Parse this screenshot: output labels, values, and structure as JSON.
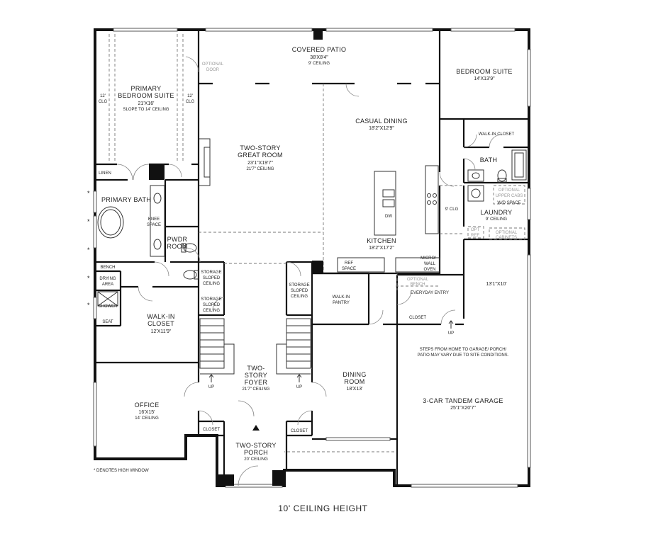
{
  "rooms": {
    "covered_patio": {
      "name": "COVERED PATIO",
      "dim": "38'X8'4\"",
      "note": "9' CEILING"
    },
    "optional_door": {
      "line1": "OPTIONAL",
      "line2": "DOOR"
    },
    "primary_bedroom": {
      "line1": "PRIMARY",
      "line2": "BEDROOM SUITE",
      "dim": "21'X16'",
      "note": "SLOPE TO 14' CEILING"
    },
    "clg_left": {
      "line1": "12'",
      "line2": "CLG"
    },
    "clg_right": {
      "line1": "12'",
      "line2": "CLG"
    },
    "bedroom_suite": {
      "name": "BEDROOM SUITE",
      "dim": "14'X13'9\""
    },
    "great_room": {
      "line1": "TWO-STORY",
      "line2": "GREAT ROOM",
      "dim": "23'1\"X19'7\"",
      "note": "21'7\" CEILING"
    },
    "casual_dining": {
      "name": "CASUAL DINING",
      "dim": "18'2\"X12'9\""
    },
    "walk_in_closet_right": {
      "name": "WALK-IN CLOSET"
    },
    "bath": {
      "name": "BATH"
    },
    "optional_upper_cabs": {
      "line1": "OPTIONAL",
      "line2": "UPPER CABS"
    },
    "wd_space": {
      "name": "W/D SPACE"
    },
    "laundry": {
      "name": "LAUNDRY",
      "note": "9' CEILING"
    },
    "nine_clg": {
      "name": "9' CLG"
    },
    "opt_ref": {
      "line1": "OPT",
      "line2": "REF"
    },
    "optional_cabinets": {
      "line1": "OPTIONAL",
      "line2": "CABINETS"
    },
    "linen": {
      "name": "LINEN"
    },
    "primary_bath": {
      "name": "PRIMARY BATH"
    },
    "knee_space": {
      "line1": "KNEE",
      "line2": "SPACE"
    },
    "pwdr": {
      "line1": "PWDR",
      "line2": "ROOM"
    },
    "dw": {
      "name": "DW"
    },
    "kitchen": {
      "name": "KITCHEN",
      "dim": "18'2\"X17'2\""
    },
    "ref_space": {
      "line1": "REF",
      "line2": "SPACE"
    },
    "micro_wall_oven": {
      "line1": "MICRO/",
      "line2": "WALL",
      "line3": "OVEN"
    },
    "optional_bench": {
      "line1": "OPTIONAL",
      "line2": "BENCH"
    },
    "everyday_entry": {
      "name": "EVERYDAY ENTRY"
    },
    "closet_entry": {
      "name": "CLOSET"
    },
    "up_entry": {
      "name": "UP"
    },
    "garage_room": {
      "dim": "13'1\"X10'"
    },
    "bench": {
      "name": "BENCH"
    },
    "drying_area": {
      "line1": "DRYING",
      "line2": "AREA"
    },
    "shower": {
      "name": "SHOWER"
    },
    "seat": {
      "name": "SEAT"
    },
    "storage_left_1": {
      "line1": "STORAGE",
      "line2": "SLOPED",
      "line3": "CEILING"
    },
    "storage_left_2": {
      "line1": "STORAGE",
      "line2": "SLOPED",
      "line3": "CEILING"
    },
    "storage_right": {
      "line1": "STORAGE",
      "line2": "SLOPED",
      "line3": "CEILING"
    },
    "walk_in_pantry": {
      "line1": "WALK-IN",
      "line2": "PANTRY"
    },
    "walk_in_closet": {
      "line1": "WALK-IN",
      "line2": "CLOSET",
      "dim": "12'X11'9\""
    },
    "steps_note": {
      "line1": "STEPS FROM HOME TO GARAGE/ PORCH/",
      "line2": "PATIO MAY VARY DUE TO SITE CONDITIONS."
    },
    "foyer": {
      "line1": "TWO-",
      "line2": "STORY",
      "line3": "FOYER",
      "note": "21'7\" CEILING"
    },
    "up_left": {
      "name": "UP"
    },
    "up_right": {
      "name": "UP"
    },
    "dining_room": {
      "line1": "DINING",
      "line2": "ROOM",
      "dim": "18'X13'"
    },
    "garage": {
      "name": "3-CAR TANDEM GARAGE",
      "dim": "25'1\"X20'7\""
    },
    "office": {
      "name": "OFFICE",
      "dim": "16'X15'",
      "note": "14' CEILING"
    },
    "closet_left": {
      "name": "CLOSET"
    },
    "closet_right": {
      "name": "CLOSET"
    },
    "porch": {
      "line1": "TWO-STORY",
      "line2": "PORCH",
      "note": "20' CEILING"
    },
    "high_window_note": {
      "name": "* DENOTES HIGH WINDOW"
    }
  },
  "high_window_marker": "*",
  "footer": {
    "ceiling": "10' CEILING HEIGHT"
  }
}
